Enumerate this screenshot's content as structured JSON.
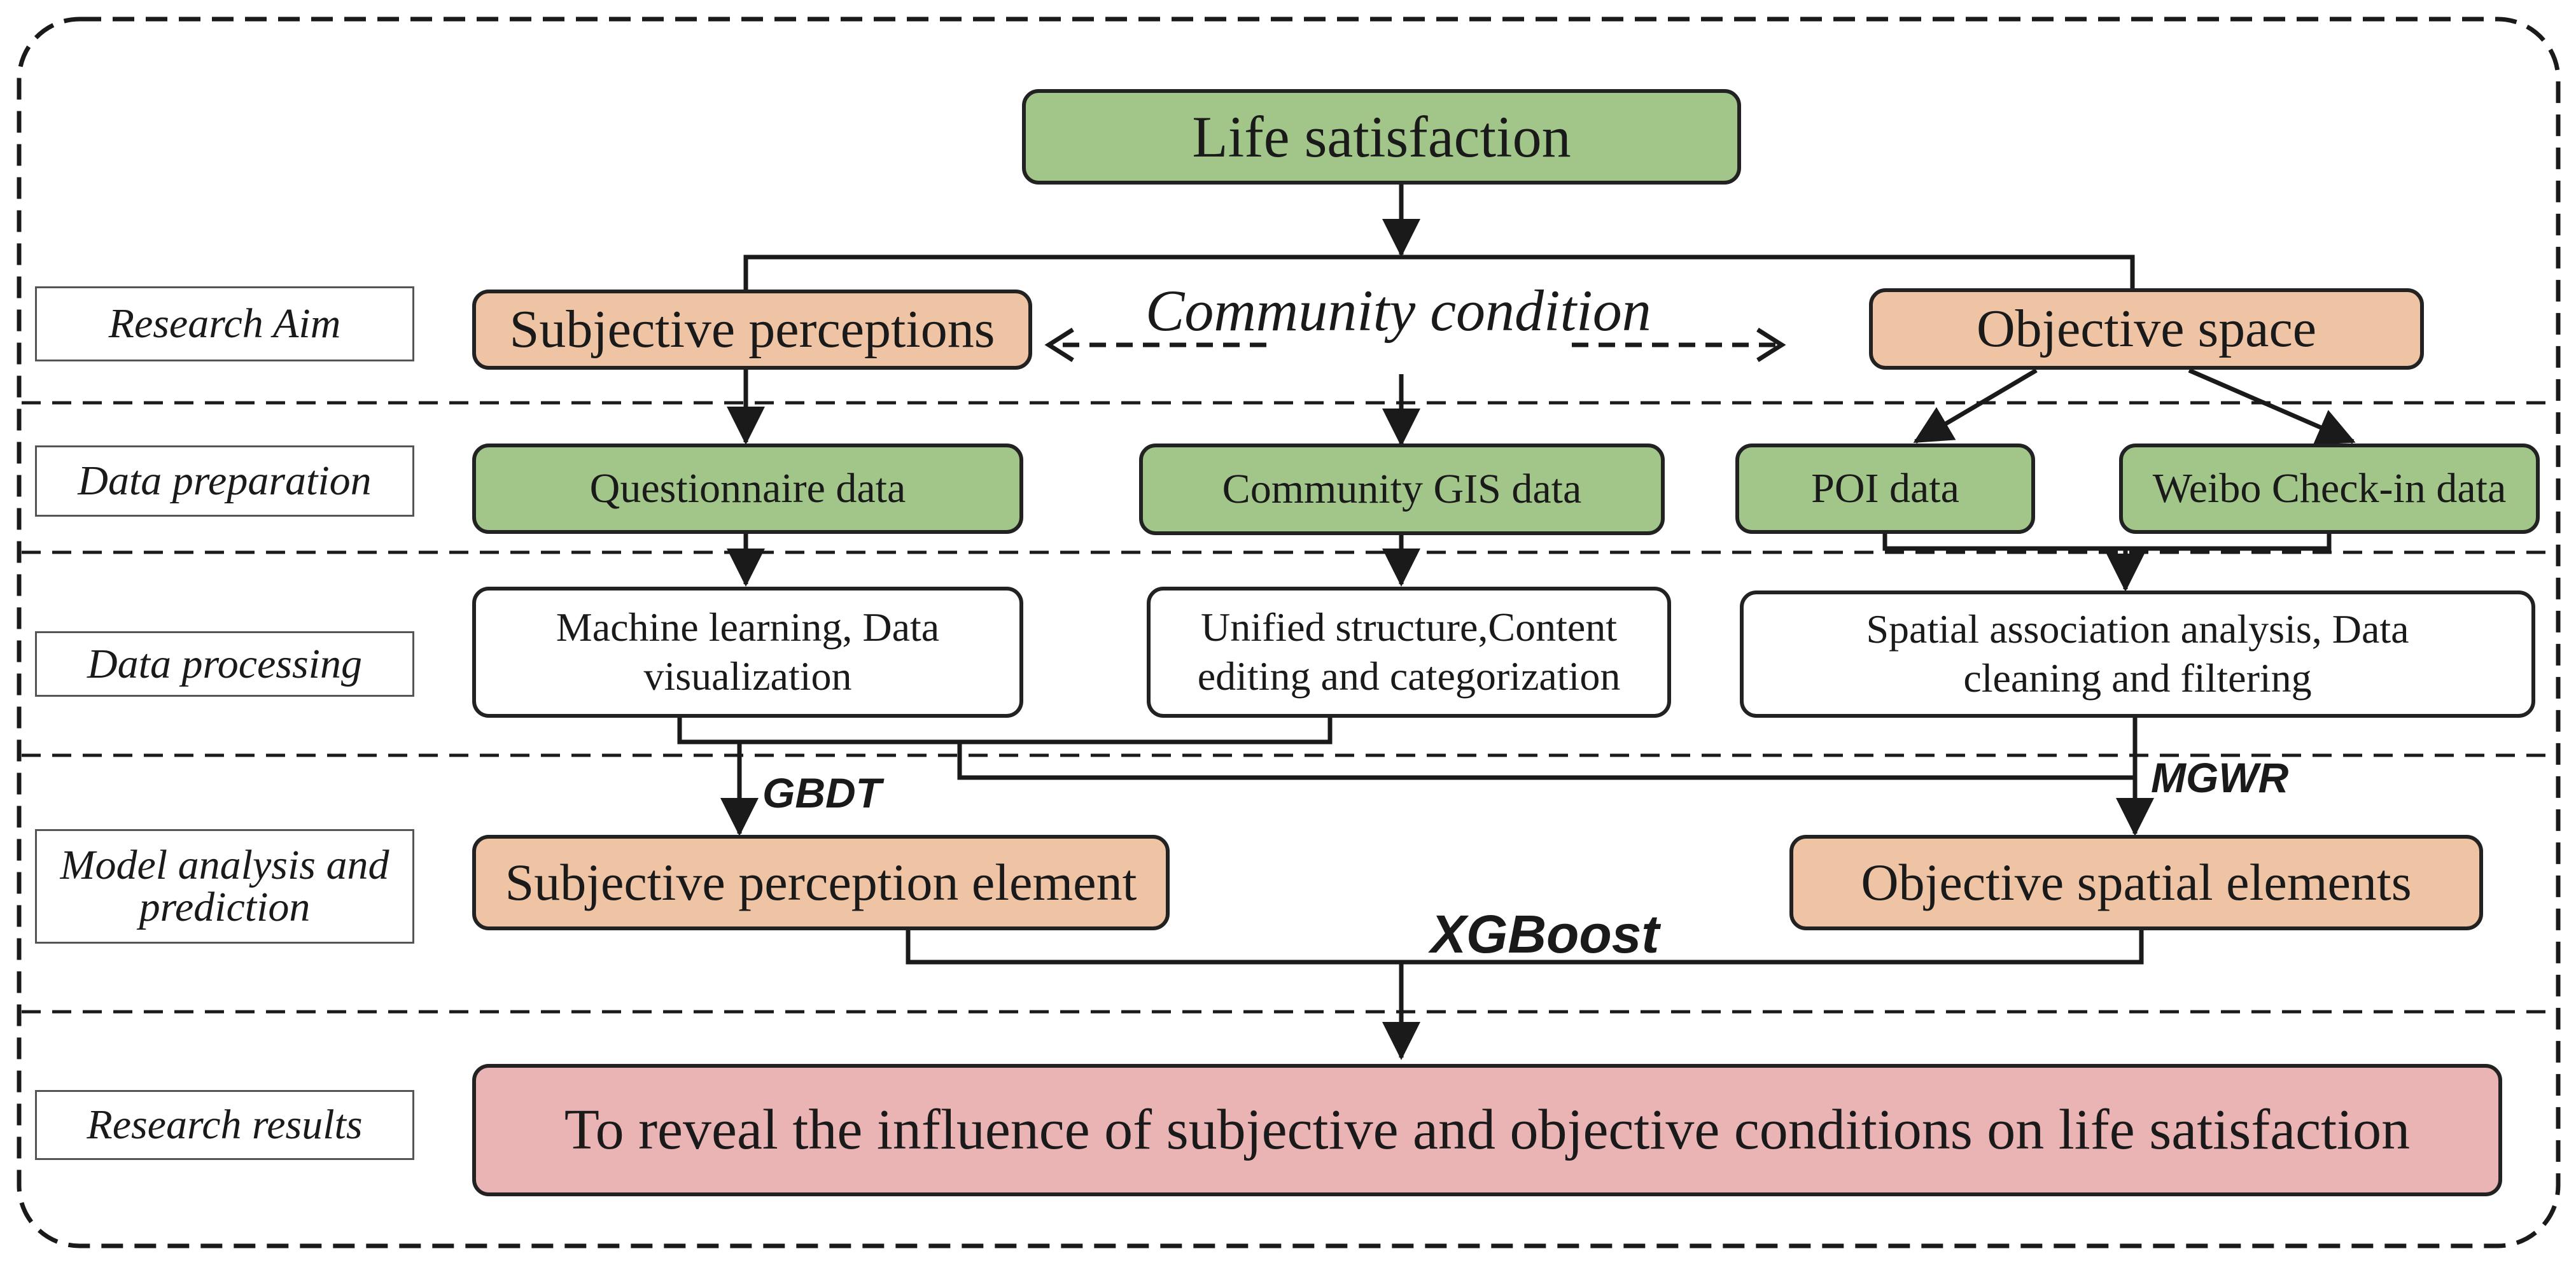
{
  "stage_labels": {
    "research_aim": "Research Aim",
    "data_preparation": "Data preparation",
    "data_processing": "Data processing",
    "model_analysis": "Model analysis and prediction",
    "research_results": "Research results"
  },
  "nodes": {
    "life_satisfaction": "Life satisfaction",
    "community_condition": "Community condition",
    "subjective_perceptions": "Subjective perceptions",
    "objective_space": "Objective space",
    "questionnaire_data": "Questionnaire data",
    "community_gis_data": "Community GIS data",
    "poi_data": "POI data",
    "weibo_checkin_data": "Weibo Check-in data",
    "ml_data_visualization": "Machine learning, Data visualization",
    "unified_structure": "Unified structure,Content editing and categorization",
    "spatial_association": "Spatial association analysis, Data cleaning and filtering",
    "subjective_perception_element": "Subjective perception element",
    "objective_spatial_elements": "Objective spatial elements",
    "research_results_box": "To reveal the influence of subjective and objective conditions on life satisfaction"
  },
  "methods": {
    "gbdt": "GBDT",
    "mgwr": "MGWR",
    "xgboost": "XGBoost"
  },
  "colors": {
    "green_node": "#a2c68a",
    "peach_node": "#eec4a4",
    "result_node": "#e9b4b3",
    "process_node": "#ffffff",
    "line": "#1a1a1a"
  }
}
